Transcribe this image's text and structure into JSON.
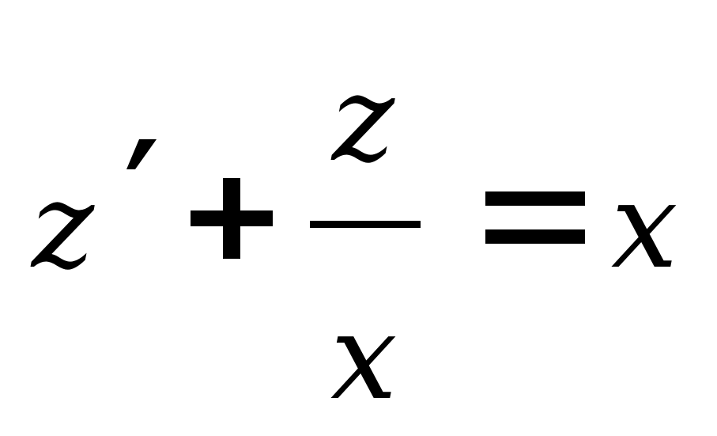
{
  "equation": {
    "lhs_variable": "z",
    "prime": "′",
    "plus": "+",
    "fraction": {
      "numerator": "z",
      "denominator": "x"
    },
    "equals": "=",
    "rhs_variable": "x"
  },
  "colors": {
    "foreground": "#000000",
    "background": "#ffffff"
  }
}
